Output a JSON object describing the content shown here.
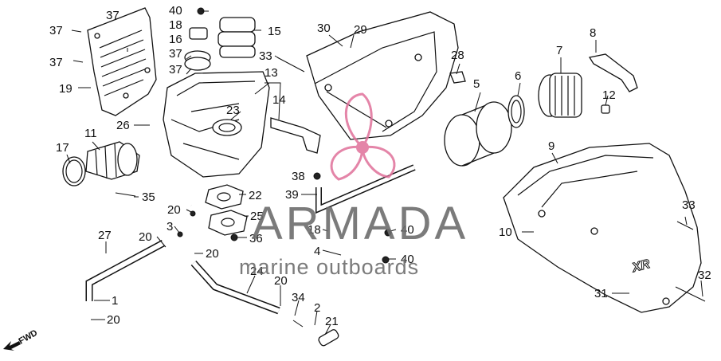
{
  "watermark": {
    "brand": "ARMADA",
    "tagline": "marine outboards"
  },
  "fwd_label": "FWD",
  "labels": {
    "l37a": "37",
    "l37b": "37",
    "l37c": "37",
    "l37d": "37",
    "l37e": "37",
    "l19": "19",
    "l40a": "40",
    "l18a": "18",
    "l16": "16",
    "l15": "15",
    "l33a": "33",
    "l30": "30",
    "l29": "29",
    "l28": "28",
    "l7": "7",
    "l8": "8",
    "l13": "13",
    "l14": "14",
    "l23": "23",
    "l5": "5",
    "l6": "6",
    "l12": "12",
    "l26": "26",
    "l11": "11",
    "l17": "17",
    "l9": "9",
    "l38": "38",
    "l39": "39",
    "l22": "22",
    "l35": "35",
    "l20a": "20",
    "l3": "3",
    "l25": "25",
    "l36": "36",
    "l18b": "18",
    "l40b": "40",
    "l27": "27",
    "l20b": "20",
    "l20c": "20",
    "l4": "4",
    "l40c": "40",
    "l33b": "33",
    "l10": "10",
    "l24": "24",
    "l20d": "20",
    "l1": "1",
    "l34": "34",
    "l2": "2",
    "l21": "21",
    "l20e": "20",
    "l31": "31",
    "l32": "32"
  },
  "colors": {
    "watermark_text": "#6d6d6d",
    "logo_pink": "#e0709a"
  }
}
